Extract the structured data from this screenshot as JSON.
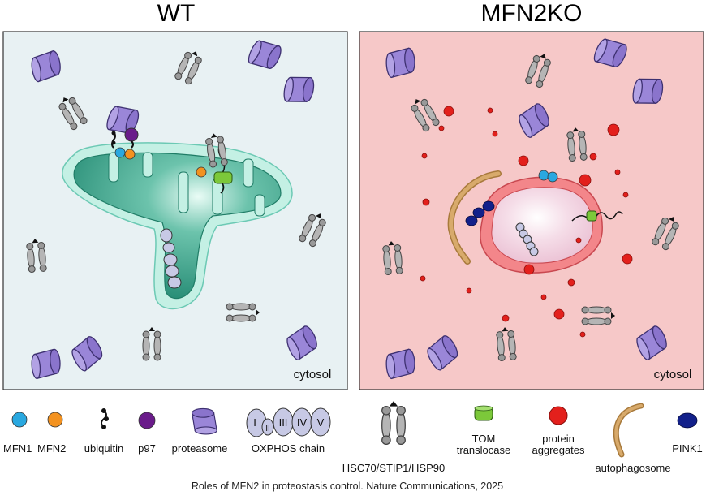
{
  "panels": {
    "left": {
      "title": "WT",
      "compartment_label": "cytosol",
      "background": "#e8f1f3"
    },
    "right": {
      "title": "MFN2KO",
      "compartment_label": "cytosol",
      "background": "#f6c8c8"
    }
  },
  "legend": {
    "mfn1": "MFN1",
    "mfn2": "MFN2",
    "ubiquitin": "ubiquitin",
    "p97": "p97",
    "proteasome": "proteasome",
    "oxphos": "OXPHOS chain",
    "oxphos_numerals": [
      "I",
      "II",
      "III",
      "IV",
      "V"
    ],
    "chaperone": "HSC70/STIP1/HSP90",
    "tom_line1": "TOM",
    "tom_line2": "translocase",
    "aggregates_line1": "protein",
    "aggregates_line2": "aggregates",
    "autophagosome": "autophagosome",
    "pink1": "PINK1"
  },
  "colors": {
    "mfn1": "#29a8e0",
    "mfn2": "#f39220",
    "p97": "#6a1b8a",
    "proteasome": "#9a86d8",
    "mito_outer": "#bfeee2",
    "mito_inner": "#2f9d84",
    "mito_ko_outer": "#f3868a",
    "mito_ko_inner": "#f7e6ee",
    "tom": "#7cc83a",
    "aggregate": "#e3201c",
    "autophagosome": "#d8aa6b",
    "pink1": "#12208a",
    "chaperone": "#a8a8a8"
  },
  "caption": "Roles of MFN2 in proteostasis control. Nature Communications, 2025"
}
